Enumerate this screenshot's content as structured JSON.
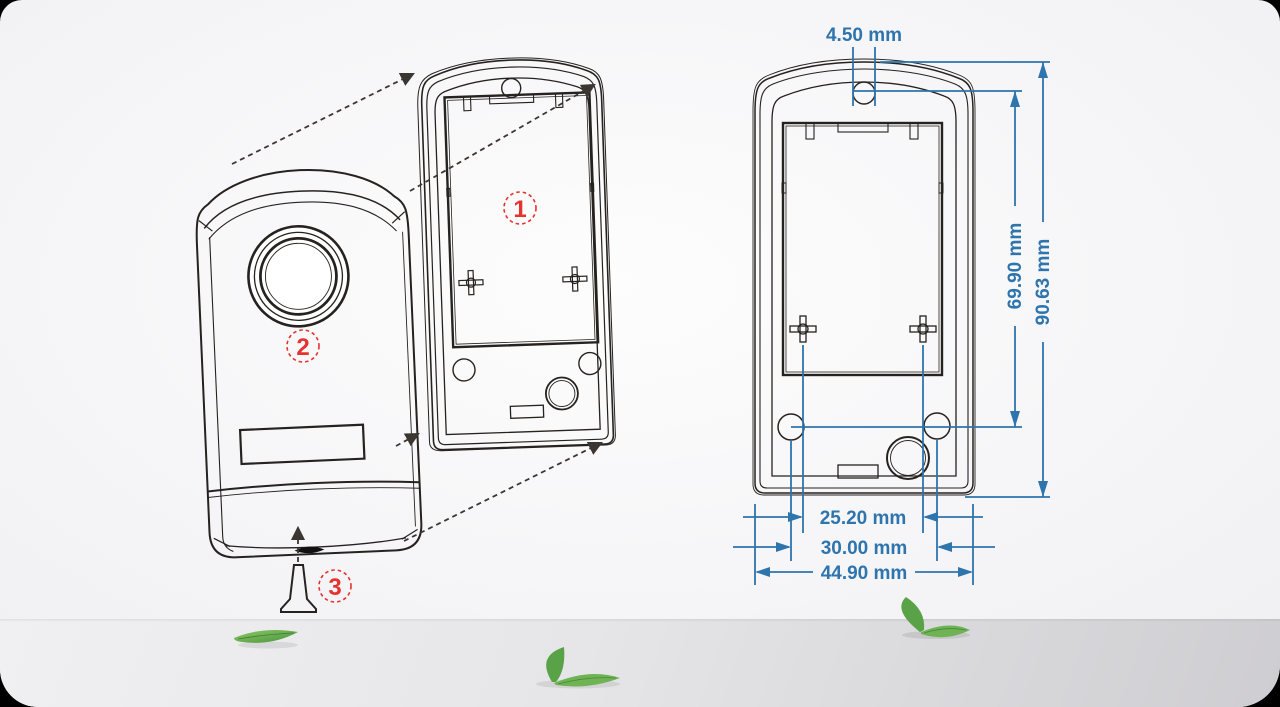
{
  "scene": {
    "kind": "product installation diagram",
    "subject": "door-station exploded view and mounting-plate dimension drawing"
  },
  "colors": {
    "dimension_blue": "#2e74ad",
    "callout_red": "#e5332f",
    "line_dark": "#26221f",
    "dash_arrow": "#3c3633",
    "leaf_green_light": "#8fc966",
    "leaf_green_dark": "#47923d"
  },
  "exploded_view": {
    "parts": [
      {
        "number": "1"
      },
      {
        "number": "2"
      },
      {
        "number": "3"
      }
    ]
  },
  "dimension_view": {
    "unit": "mm",
    "labels": {
      "top_hole_diameter": "4.50 mm",
      "top_hole_to_bottom_holes": "69.90 mm",
      "overall_height": "90.63 mm",
      "cross_slot_spacing": "25.20 mm",
      "bottom_hole_spacing": "30.00 mm",
      "overall_width": "44.90 mm"
    }
  }
}
